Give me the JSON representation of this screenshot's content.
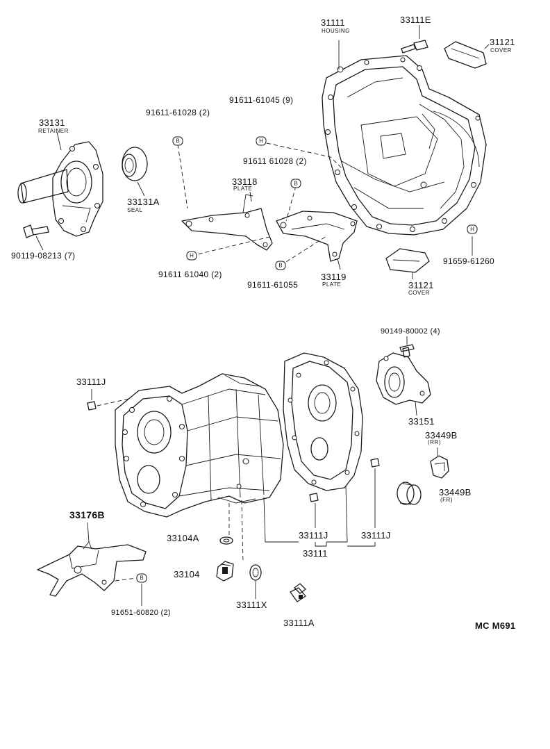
{
  "labels": {
    "housing_31111": {
      "part": "31111",
      "desc": "HOUSING"
    },
    "bolt_33111E": {
      "part": "33111E"
    },
    "cover_31121_top": {
      "part": "31121",
      "desc": "COVER"
    },
    "retainer_33131": {
      "part": "33131",
      "desc": "RETAINER"
    },
    "seal_33131A": {
      "part": "33131A",
      "desc": "SEAL"
    },
    "bolt_90119": {
      "part": "90119-08213 (7)"
    },
    "bolt_91611_61028_a": {
      "part": "91611-61028 (2)"
    },
    "bolt_91611_61045": {
      "part": "91611-61045 (9)"
    },
    "bolt_91611_61028_b": {
      "part": "91611  61028 (2)"
    },
    "plate_33118": {
      "part": "33118",
      "desc": "PLATE"
    },
    "bolt_91611_61040": {
      "part": "91611  61040 (2)"
    },
    "bolt_91611_61055": {
      "part": "91611-61055"
    },
    "plate_33119": {
      "part": "33119",
      "desc": "PLATE"
    },
    "cover_31121_bottom": {
      "part": "31121",
      "desc": "COVER"
    },
    "bolt_91659": {
      "part": "91659-61260"
    },
    "bolt_90149": {
      "part": "90149-80002 (4)"
    },
    "pin_33111J_left": {
      "part": "33111J"
    },
    "retainer_33151": {
      "part": "33151"
    },
    "bearing_33449B_rr": {
      "part": "33449B",
      "desc": "(RR)"
    },
    "bearing_33449B_fr": {
      "part": "33449B",
      "desc": "(FR)"
    },
    "bracket_33176B": {
      "part": "33176B"
    },
    "washer_33104A": {
      "part": "33104A"
    },
    "pin_33111J_mid": {
      "part": "33111J"
    },
    "pin_33111J_right": {
      "part": "33111J"
    },
    "case_33111": {
      "part": "33111"
    },
    "plug_33104": {
      "part": "33104"
    },
    "gasket_33111X": {
      "part": "33111X"
    },
    "bolt_91651": {
      "part": "91651-60820 (2)"
    },
    "plug_33111A": {
      "part": "33111A"
    },
    "drawing_code": {
      "part": "MC M691"
    }
  },
  "callout_letters": {
    "b_bolt_91611_61028_a": "B",
    "h_bolt_91611_61045": "H",
    "b_bolt_91611_61028_b": "B",
    "h_bolt_91611_61040": "H",
    "b_bolt_91611_61055": "B",
    "h_bolt_91659": "H",
    "b_bolt_91651": "B"
  }
}
